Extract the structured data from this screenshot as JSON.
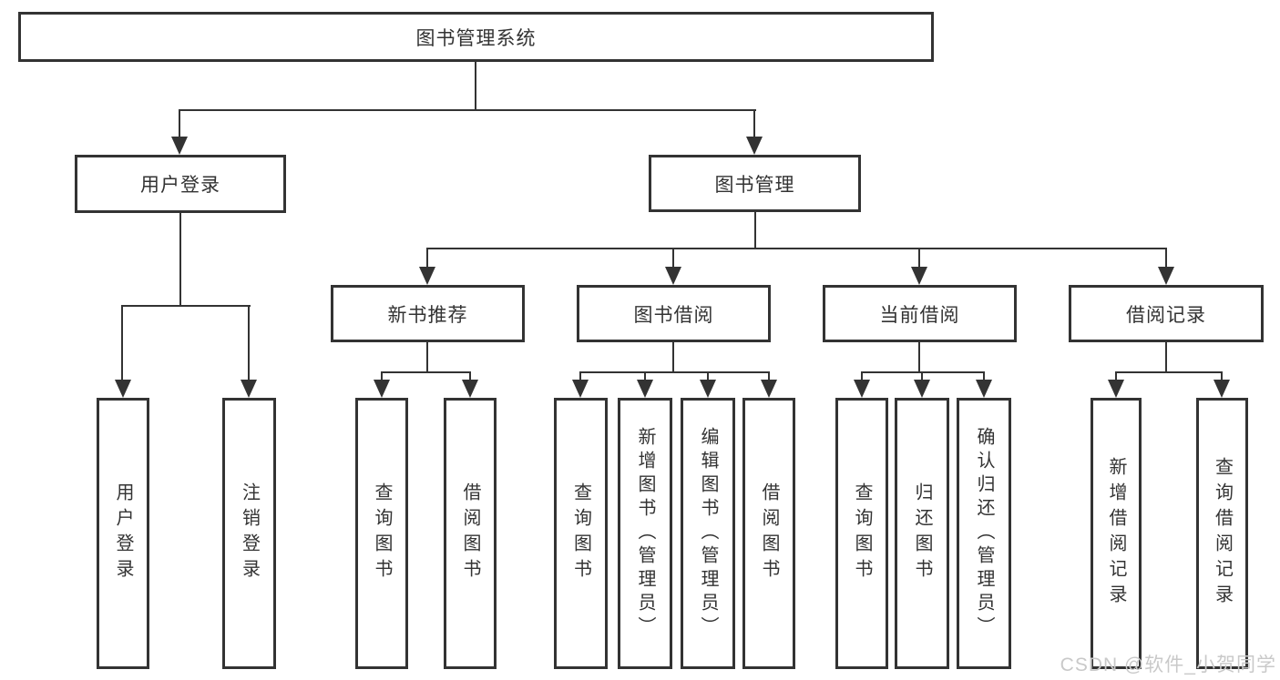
{
  "nodes": {
    "root": "图书管理系统",
    "user_login": "用户登录",
    "book_mgmt": "图书管理",
    "new_book_rec": "新书推荐",
    "book_borrow": "图书借阅",
    "current_borrow": "当前借阅",
    "borrow_records": "借阅记录"
  },
  "leaves": {
    "user_login": [
      "用户登录",
      "注销登录"
    ],
    "new_book_rec": [
      "查询图书",
      "借阅图书"
    ],
    "book_borrow": [
      "查询图书",
      "新增图书（管理员）",
      "编辑图书（管理员）",
      "借阅图书"
    ],
    "current_borrow": [
      "查询图书",
      "归还图书",
      "确认归还（管理员）"
    ],
    "borrow_records": [
      "新增借阅记录",
      "查询借阅记录"
    ]
  },
  "watermark": "CSDN @软件_小贺同学",
  "colors": {
    "line": "#333333",
    "text": "#333333",
    "background": "#ffffff",
    "watermark": "#c9c9c9"
  }
}
